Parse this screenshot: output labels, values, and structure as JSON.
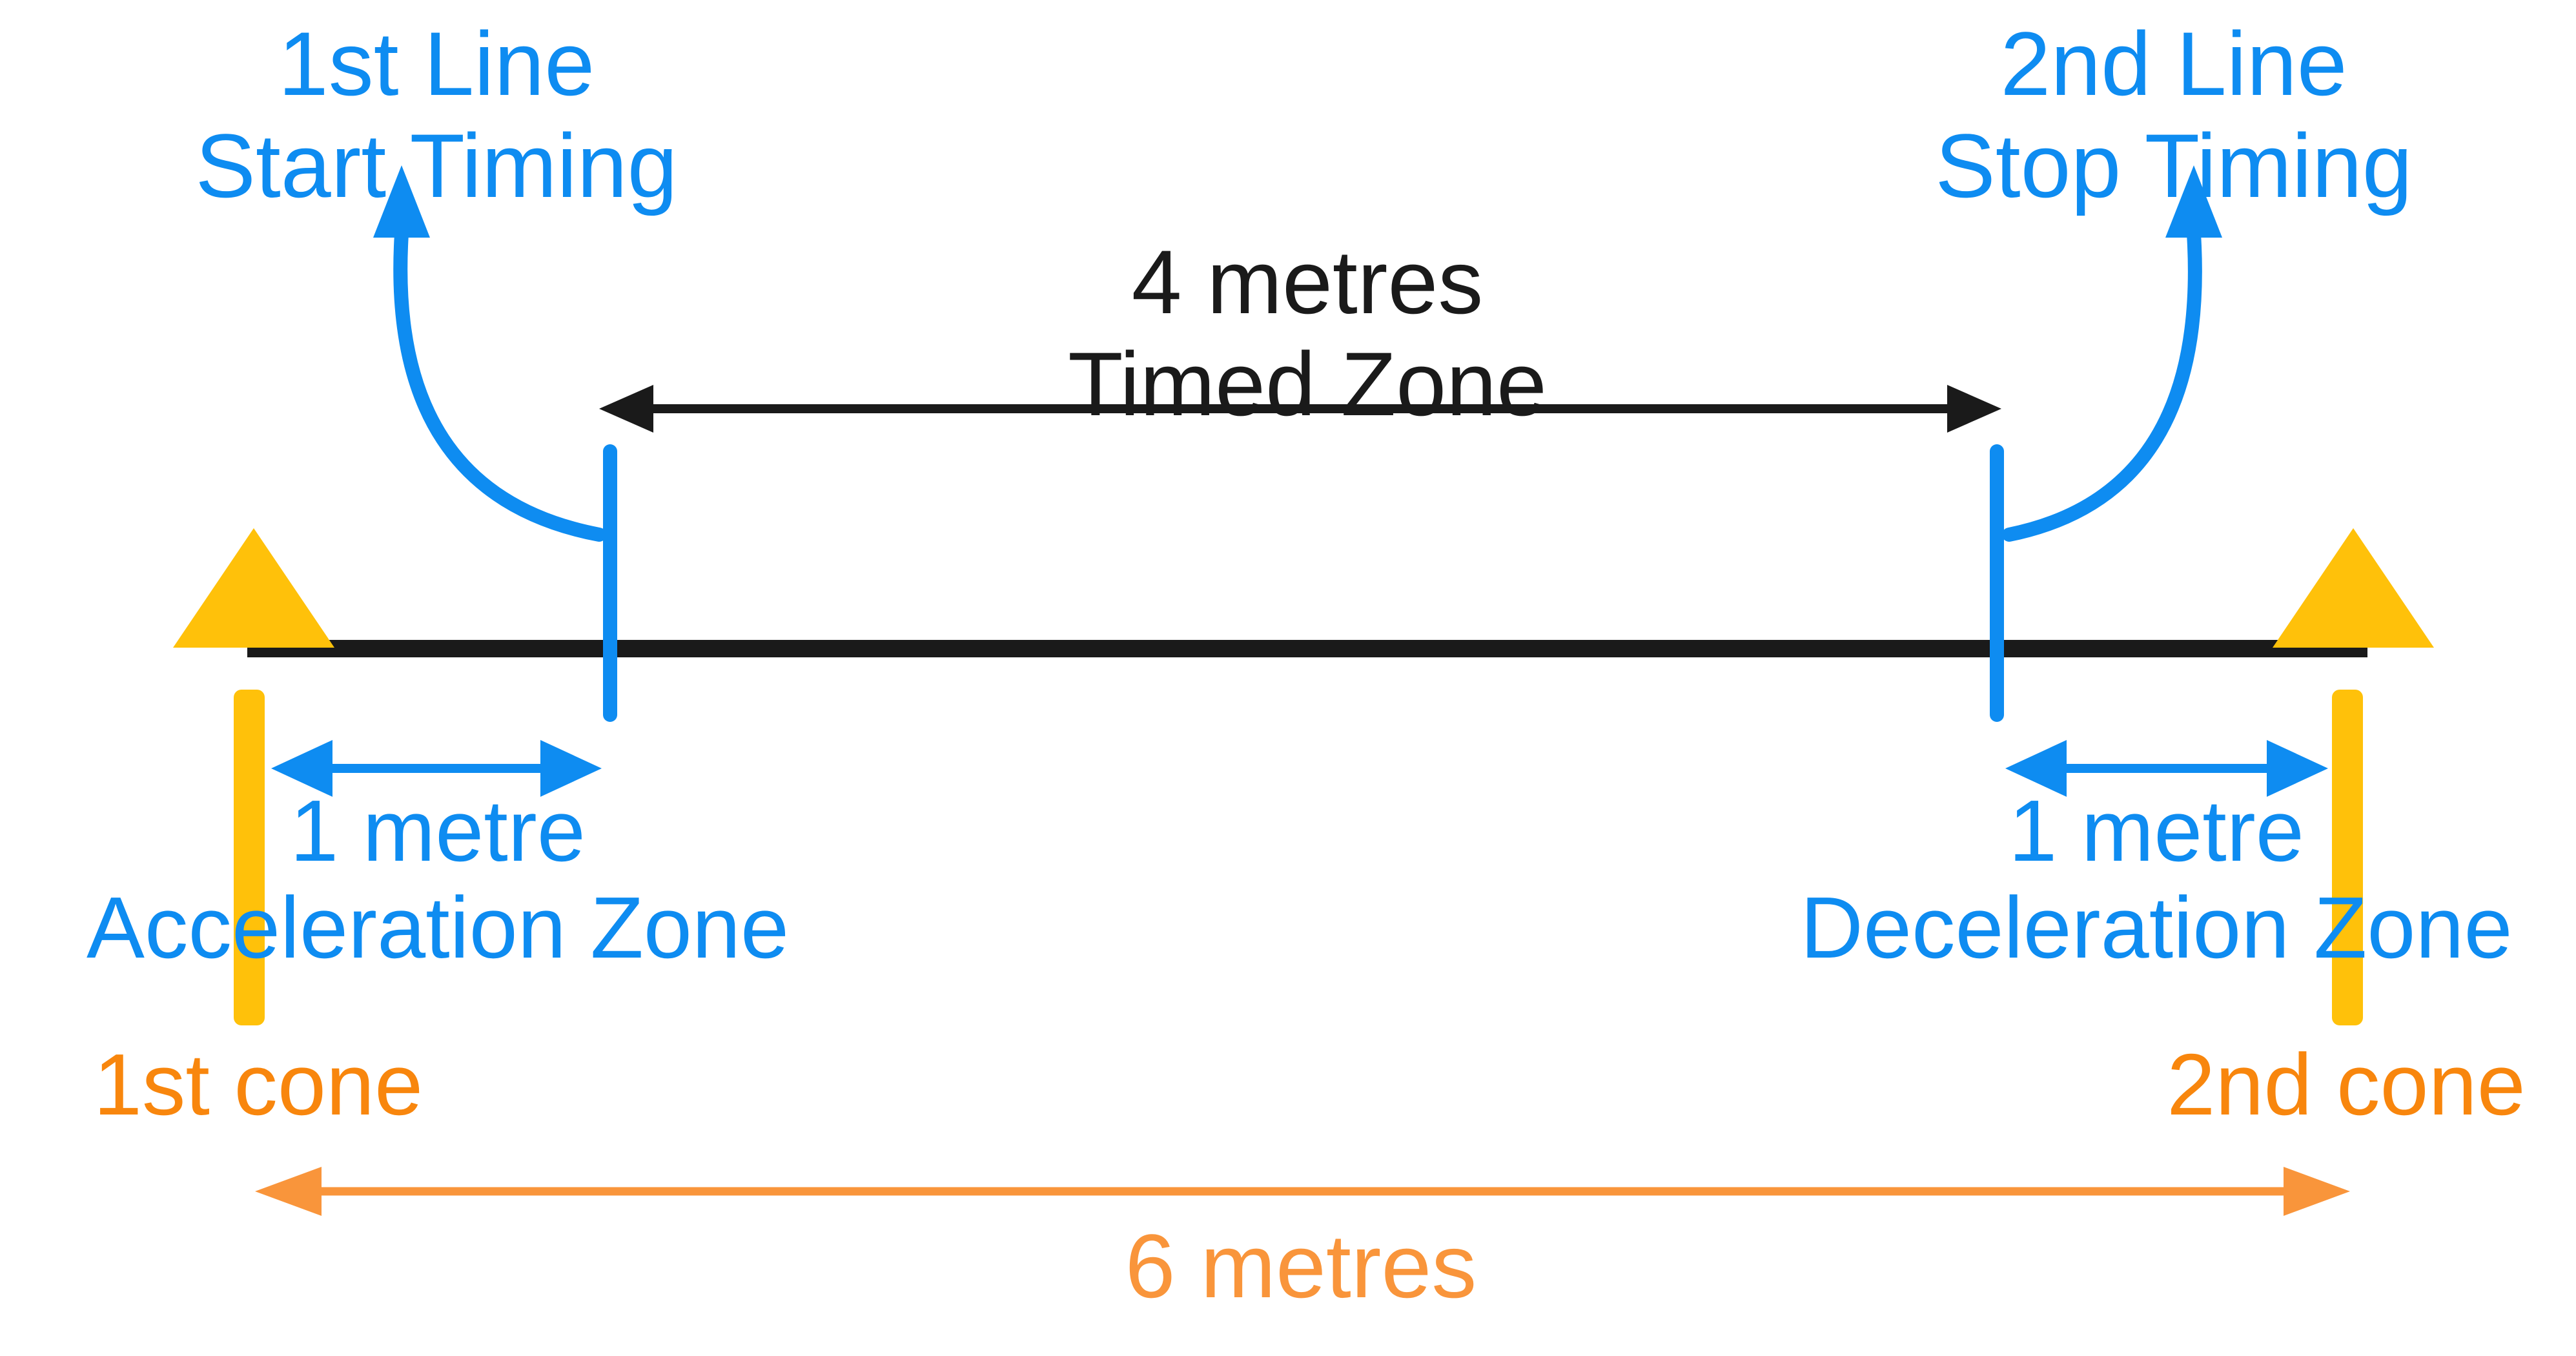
{
  "diagram_title": "sprint timing gate setup",
  "colors": {
    "blue": "#0E8CF1",
    "gold": "#FFC10A",
    "black": "#1A1A1A",
    "orange_text": "#F8860D",
    "orange_arrow": "#F9953B"
  },
  "timing_lines": {
    "start": {
      "line1": "1st Line",
      "line2": "Start Timing"
    },
    "stop": {
      "line1": "2nd Line",
      "line2": "Stop Timing"
    }
  },
  "timed_zone": {
    "line1": "4 metres",
    "line2": "Timed Zone"
  },
  "zones": {
    "acceleration": {
      "line1": "1 metre",
      "line2": "Acceleration Zone"
    },
    "deceleration": {
      "line1": "1 metre",
      "line2": "Deceleration Zone"
    }
  },
  "cones": {
    "first": "1st cone",
    "second": "2nd cone"
  },
  "total_distance": {
    "label": "6 metres"
  },
  "measurements": {
    "timed_zone_metres": 4,
    "acceleration_zone_metres": 1,
    "deceleration_zone_metres": 1,
    "total_metres": 6
  }
}
